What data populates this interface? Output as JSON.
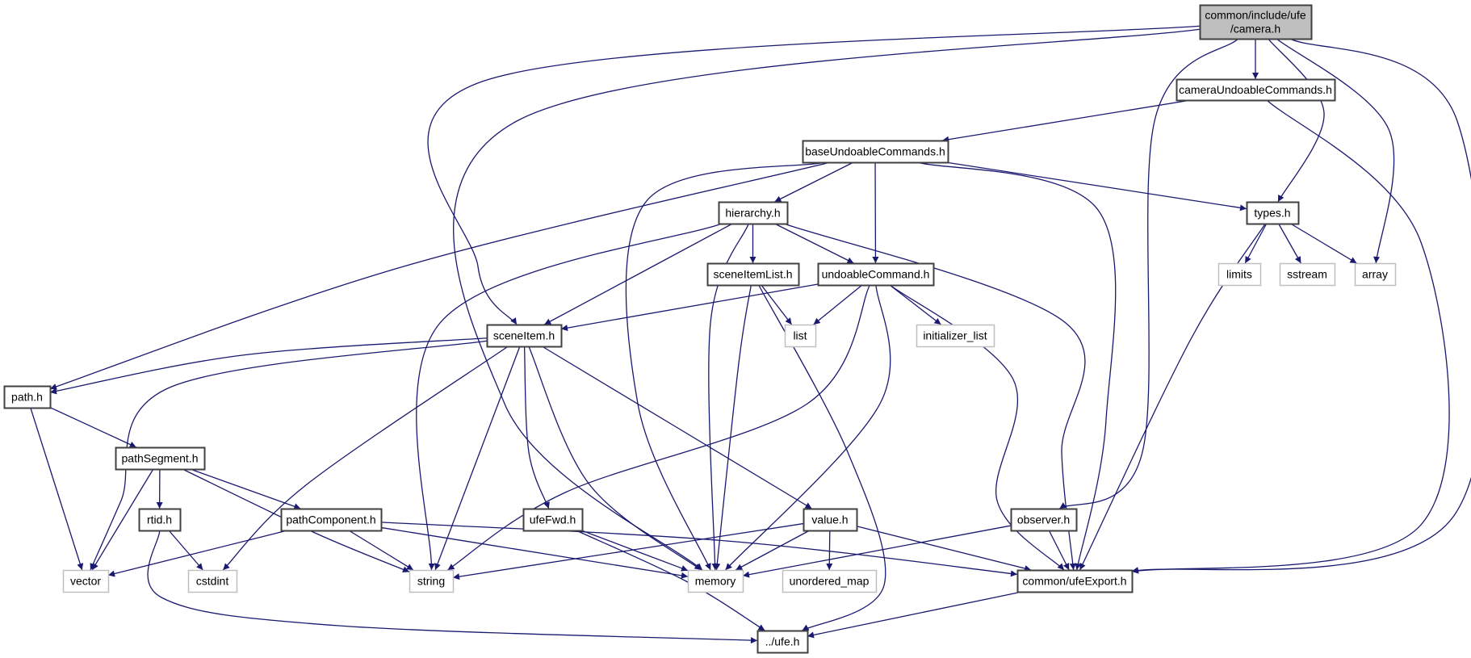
{
  "diagram": {
    "type": "include-dependency-graph",
    "colors": {
      "edge": "#191970",
      "node_border": "#404040",
      "external_border": "#bfbfbf",
      "root_fill": "#bfbfbf",
      "node_fill": "#ffffff"
    },
    "nodes": [
      {
        "id": "camera",
        "label_lines": [
          "common/include/ufe",
          "/camera.h"
        ],
        "kind": "root"
      },
      {
        "id": "cameraUndo",
        "label_lines": [
          "cameraUndoableCommands.h"
        ],
        "kind": "file"
      },
      {
        "id": "baseUndo",
        "label_lines": [
          "baseUndoableCommands.h"
        ],
        "kind": "file"
      },
      {
        "id": "types",
        "label_lines": [
          "types.h"
        ],
        "kind": "file"
      },
      {
        "id": "hierarchy",
        "label_lines": [
          "hierarchy.h"
        ],
        "kind": "file"
      },
      {
        "id": "sceneItemList",
        "label_lines": [
          "sceneItemList.h"
        ],
        "kind": "file"
      },
      {
        "id": "undoableCommand",
        "label_lines": [
          "undoableCommand.h"
        ],
        "kind": "file"
      },
      {
        "id": "limits",
        "label_lines": [
          "limits"
        ],
        "kind": "external"
      },
      {
        "id": "sstream",
        "label_lines": [
          "sstream"
        ],
        "kind": "external"
      },
      {
        "id": "array",
        "label_lines": [
          "array"
        ],
        "kind": "external"
      },
      {
        "id": "list",
        "label_lines": [
          "list"
        ],
        "kind": "external"
      },
      {
        "id": "initializer_list",
        "label_lines": [
          "initializer_list"
        ],
        "kind": "external"
      },
      {
        "id": "sceneItem",
        "label_lines": [
          "sceneItem.h"
        ],
        "kind": "file"
      },
      {
        "id": "path",
        "label_lines": [
          "path.h"
        ],
        "kind": "file"
      },
      {
        "id": "pathSegment",
        "label_lines": [
          "pathSegment.h"
        ],
        "kind": "file"
      },
      {
        "id": "rtid",
        "label_lines": [
          "rtid.h"
        ],
        "kind": "file"
      },
      {
        "id": "pathComponent",
        "label_lines": [
          "pathComponent.h"
        ],
        "kind": "file"
      },
      {
        "id": "ufeFwd",
        "label_lines": [
          "ufeFwd.h"
        ],
        "kind": "file"
      },
      {
        "id": "value",
        "label_lines": [
          "value.h"
        ],
        "kind": "file"
      },
      {
        "id": "observer",
        "label_lines": [
          "observer.h"
        ],
        "kind": "file"
      },
      {
        "id": "vector",
        "label_lines": [
          "vector"
        ],
        "kind": "external"
      },
      {
        "id": "cstdint",
        "label_lines": [
          "cstdint"
        ],
        "kind": "external"
      },
      {
        "id": "string",
        "label_lines": [
          "string"
        ],
        "kind": "external"
      },
      {
        "id": "memory",
        "label_lines": [
          "memory"
        ],
        "kind": "external"
      },
      {
        "id": "unordered_map",
        "label_lines": [
          "unordered_map"
        ],
        "kind": "external"
      },
      {
        "id": "ufeExport",
        "label_lines": [
          "common/ufeExport.h"
        ],
        "kind": "file"
      },
      {
        "id": "ufe",
        "label_lines": [
          "../ufe.h"
        ],
        "kind": "file"
      }
    ],
    "edges": [
      [
        "camera",
        "cameraUndo"
      ],
      [
        "camera",
        "sceneItem"
      ],
      [
        "camera",
        "memory"
      ],
      [
        "camera",
        "observer"
      ],
      [
        "camera",
        "types"
      ],
      [
        "camera",
        "array"
      ],
      [
        "camera",
        "ufeExport"
      ],
      [
        "cameraUndo",
        "baseUndo"
      ],
      [
        "cameraUndo",
        "ufeExport"
      ],
      [
        "baseUndo",
        "hierarchy"
      ],
      [
        "baseUndo",
        "undoableCommand"
      ],
      [
        "baseUndo",
        "types"
      ],
      [
        "baseUndo",
        "path"
      ],
      [
        "baseUndo",
        "memory"
      ],
      [
        "baseUndo",
        "ufeExport"
      ],
      [
        "hierarchy",
        "sceneItemList"
      ],
      [
        "hierarchy",
        "undoableCommand"
      ],
      [
        "hierarchy",
        "sceneItem"
      ],
      [
        "hierarchy",
        "string"
      ],
      [
        "hierarchy",
        "memory"
      ],
      [
        "hierarchy",
        "ufeExport"
      ],
      [
        "sceneItemList",
        "list"
      ],
      [
        "sceneItemList",
        "memory"
      ],
      [
        "sceneItemList",
        "ufe"
      ],
      [
        "undoableCommand",
        "list"
      ],
      [
        "undoableCommand",
        "initializer_list"
      ],
      [
        "undoableCommand",
        "sceneItem"
      ],
      [
        "undoableCommand",
        "string"
      ],
      [
        "undoableCommand",
        "memory"
      ],
      [
        "undoableCommand",
        "ufeExport"
      ],
      [
        "types",
        "limits"
      ],
      [
        "types",
        "sstream"
      ],
      [
        "types",
        "array"
      ],
      [
        "types",
        "ufeExport"
      ],
      [
        "sceneItem",
        "path"
      ],
      [
        "sceneItem",
        "vector"
      ],
      [
        "sceneItem",
        "cstdint"
      ],
      [
        "sceneItem",
        "string"
      ],
      [
        "sceneItem",
        "ufeFwd"
      ],
      [
        "sceneItem",
        "memory"
      ],
      [
        "sceneItem",
        "value"
      ],
      [
        "path",
        "vector"
      ],
      [
        "path",
        "pathSegment"
      ],
      [
        "pathSegment",
        "vector"
      ],
      [
        "pathSegment",
        "rtid"
      ],
      [
        "pathSegment",
        "string"
      ],
      [
        "pathSegment",
        "pathComponent"
      ],
      [
        "rtid",
        "cstdint"
      ],
      [
        "rtid",
        "ufe"
      ],
      [
        "pathComponent",
        "vector"
      ],
      [
        "pathComponent",
        "string"
      ],
      [
        "pathComponent",
        "memory"
      ],
      [
        "pathComponent",
        "ufeExport"
      ],
      [
        "ufeFwd",
        "memory"
      ],
      [
        "ufeFwd",
        "ufe"
      ],
      [
        "value",
        "string"
      ],
      [
        "value",
        "memory"
      ],
      [
        "value",
        "unordered_map"
      ],
      [
        "value",
        "ufeExport"
      ],
      [
        "observer",
        "memory"
      ],
      [
        "observer",
        "ufeExport"
      ],
      [
        "ufeExport",
        "ufe"
      ]
    ]
  }
}
